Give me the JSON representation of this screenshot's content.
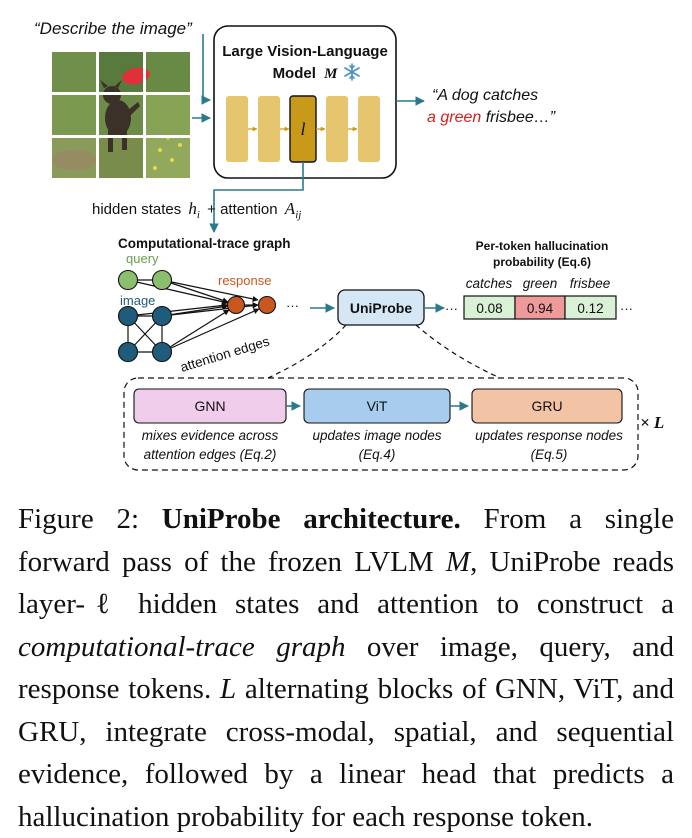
{
  "diagram": {
    "input_prompt": "“Describe the image”",
    "model_title_line1": "Large Vision-Language",
    "model_title_line2": "Model",
    "model_symbol": "M",
    "layer_symbol": "l",
    "frozen_icon": "snowflake-icon",
    "output_text_line1": "“A dog catches",
    "output_highlight": "a green",
    "output_text_line2_rest": " frisbee…”",
    "hidden_states_label": "hidden states",
    "hidden_symbol": "h",
    "hidden_subscript": "i",
    "plus_attention": "+ attention",
    "attention_symbol": "A",
    "attention_subscript": "ij",
    "graph_title": "Computational-trace graph",
    "query_label": "query",
    "image_label": "image",
    "response_label": "response",
    "attention_edges_label": "attention edges",
    "ellipsis": "···",
    "uniprobe_label": "UniProbe",
    "prob_title_line1": "Per-token hallucination",
    "prob_title_line2": "probability (Eq.6)",
    "tokens": [
      {
        "word": "catches",
        "prob": "0.08"
      },
      {
        "word": "green",
        "prob": "0.94"
      },
      {
        "word": "frisbee",
        "prob": "0.12"
      }
    ],
    "blocks": [
      {
        "name": "GNN",
        "desc_line1": "mixes evidence across",
        "desc_line2": "attention edges (Eq.2)"
      },
      {
        "name": "ViT",
        "desc_line1": "updates image nodes",
        "desc_line2": "(Eq.4)"
      },
      {
        "name": "GRU",
        "desc_line1": "updates response nodes",
        "desc_line2": "(Eq.5)"
      }
    ],
    "repeat_symbol": "× L",
    "colors": {
      "layer": "#e5c66e",
      "layer_highlight": "#c99a1a",
      "arrow": "#2b7a8c",
      "query_node": "#8bbf6f",
      "image_node": "#1f5b7a",
      "response_node": "#c9571f",
      "uniprobe_fill": "#d5e6f5",
      "low_prob": "#d9f2d5",
      "high_prob": "#ef9a9a",
      "gnn": "#f0cdeb",
      "vit": "#a8ccee",
      "gru": "#f2c3a4",
      "highlight_text": "#d62020"
    }
  },
  "caption": {
    "label": "Figure 2:",
    "title": "UniProbe architecture.",
    "text_1": " From a single forward pass of the frozen LVLM ",
    "math_m": "M",
    "text_2": ", UniProbe reads layer-ℓ hidden states and attention to construct a ",
    "emph": "computational-trace graph",
    "text_3": " over image, query, and response tokens. ",
    "math_l": "L",
    "text_4": " alternating blocks of GNN, ViT, and GRU, integrate cross-modal, spatial, and sequential evidence, followed by a linear head that predicts a hallucination probability for each response token."
  }
}
